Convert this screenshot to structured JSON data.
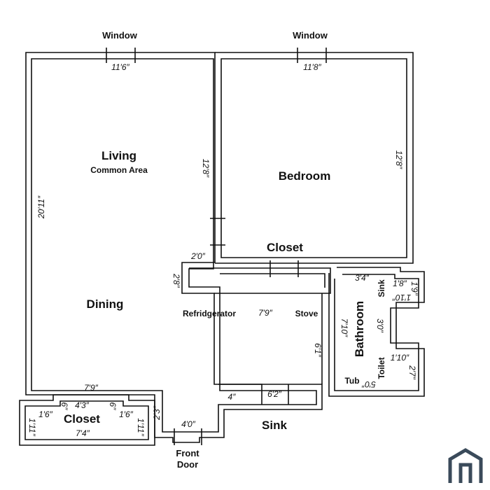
{
  "labels": {
    "window_left": "Window",
    "window_right": "Window",
    "living": "Living",
    "common_area": "Common Area",
    "dining": "Dining",
    "bedroom": "Bedroom",
    "closet_top": "Closet",
    "closet_bottom": "Closet",
    "refrigerator": "Refridgerator",
    "stove": "Stove",
    "bathroom": "Bathroom",
    "sink_bath": "Sink",
    "toilet": "Toilet",
    "tub": "Tub",
    "sink_kitchen": "Sink",
    "front": "Front",
    "door": "Door"
  },
  "dimensions": {
    "living_width": "11′6″",
    "bedroom_width": "11′8″",
    "living_height": "20′11″",
    "living_partition": "12′8″",
    "bedroom_height": "12′8″",
    "entry_2_0": "2′0″",
    "closet_depth": "2′8″",
    "closet_3_4": "3′4″",
    "bath_1_8": "1′8″",
    "bath_1_9": "1′9″",
    "bath_1_10_top": "1′10″",
    "kitchen_7_9": "7′9″",
    "bath_7_10": "7′10″",
    "bath_3_0": "3′0″",
    "kitchen_6_1": "6′1″",
    "bath_1_10_bottom": "1′10″",
    "bath_2_7": "2′7″",
    "bath_5_0": "5′0″",
    "dining_7_9": "7′9″",
    "closet_4_3": "4′3″",
    "closet_6_left": "6″",
    "closet_6_right": "6″",
    "closet_1_6_left": "1′6″",
    "closet_1_6_right": "1′6″",
    "closet_1_11_left": "1′11″",
    "closet_1_11_right": "1′11″",
    "closet_7_4": "7′4″",
    "entry_2_3": "2′3″",
    "door_4_0": "4′0″",
    "kitchen_4": "4″",
    "sink_6_2": "6′2″"
  },
  "colors": {
    "wall": "#111111",
    "logo": "#3a4a5a"
  },
  "logo_icon": "house-outline-icon"
}
